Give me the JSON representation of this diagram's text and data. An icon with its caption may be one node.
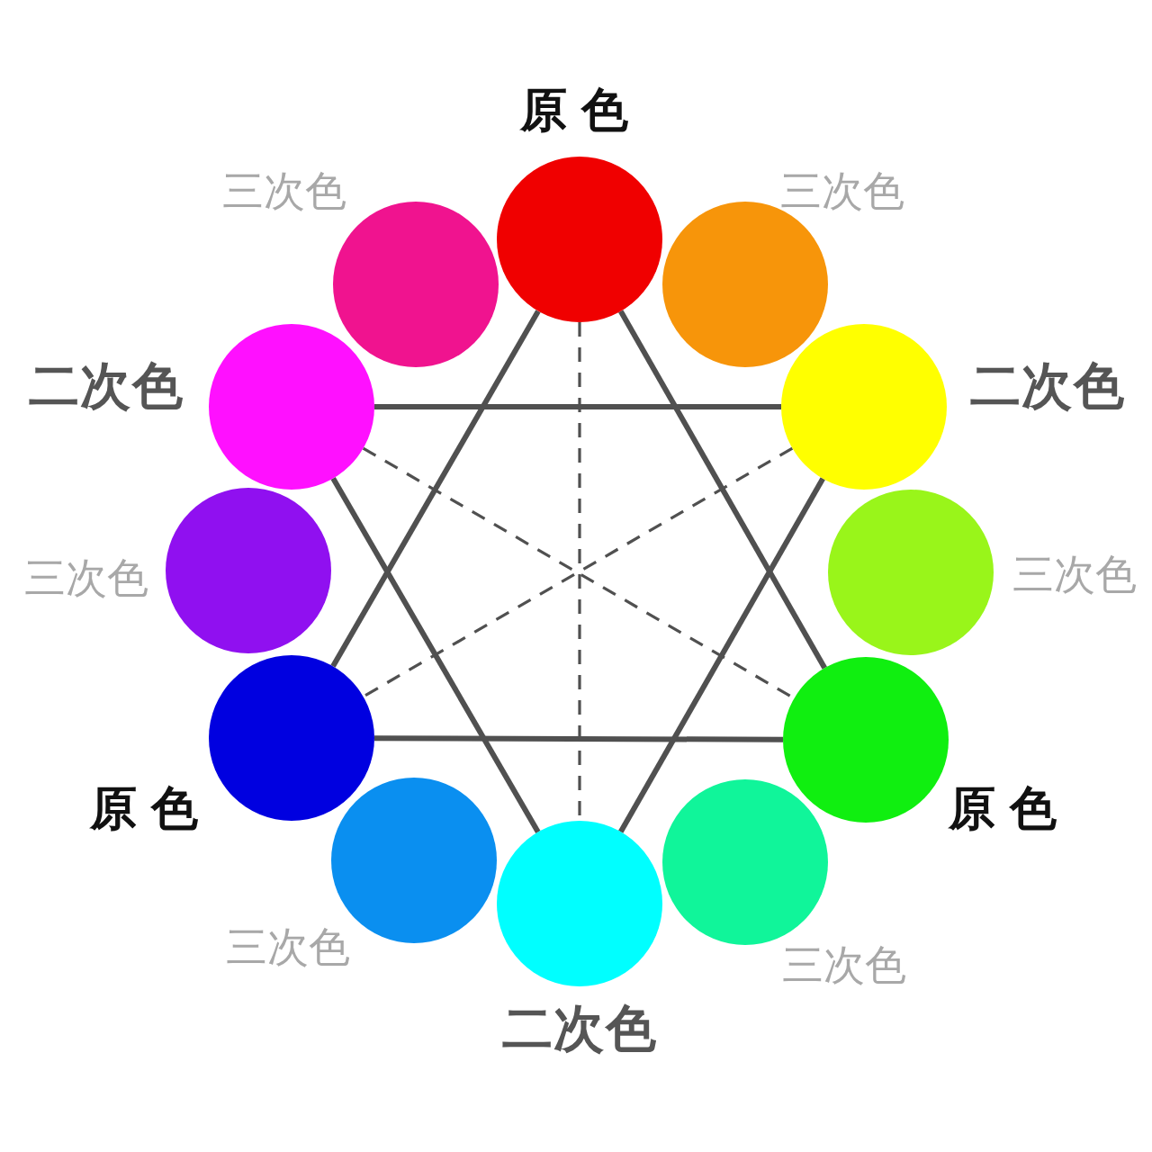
{
  "diagram": {
    "nodes": [
      {
        "text": [],
        "shape": "circle",
        "beside": [
          "原色"
        ]
      },
      {
        "text": [],
        "shape": "circle",
        "beside": [
          "三次色"
        ]
      },
      {
        "text": [],
        "shape": "circle",
        "beside": [
          "三次色"
        ]
      },
      {
        "text": [],
        "shape": "circle",
        "beside": [
          "二次色"
        ]
      },
      {
        "text": [],
        "shape": "circle",
        "beside": [
          "二次色"
        ]
      },
      {
        "text": [],
        "shape": "circle",
        "beside": [
          "三次色"
        ]
      },
      {
        "text": [],
        "shape": "circle",
        "beside": [
          "三次色"
        ]
      },
      {
        "text": [],
        "shape": "circle",
        "beside": [
          "原色"
        ]
      },
      {
        "text": [],
        "shape": "circle",
        "beside": [
          "原色"
        ]
      },
      {
        "text": [],
        "shape": "circle",
        "beside": [
          "三次色"
        ]
      },
      {
        "text": [],
        "shape": "circle",
        "beside": [
          "三次色"
        ]
      },
      {
        "text": [],
        "shape": "circle",
        "beside": [
          "二次色"
        ]
      }
    ],
    "edges": [
      {
        "from": 0,
        "to": 7,
        "arrow": "none"
      },
      {
        "from": 0,
        "to": 8,
        "arrow": "none"
      },
      {
        "from": 7,
        "to": 8,
        "arrow": "none"
      },
      {
        "from": 3,
        "to": 4,
        "arrow": "none"
      },
      {
        "from": 3,
        "to": 11,
        "arrow": "none"
      },
      {
        "from": 4,
        "to": 11,
        "arrow": "none"
      },
      {
        "from": 0,
        "to": 11,
        "arrow": "none",
        "style": "dashed"
      },
      {
        "from": 3,
        "to": 8,
        "arrow": "none",
        "style": "dashed"
      },
      {
        "from": 4,
        "to": 7,
        "arrow": "none",
        "style": "dashed"
      }
    ]
  }
}
